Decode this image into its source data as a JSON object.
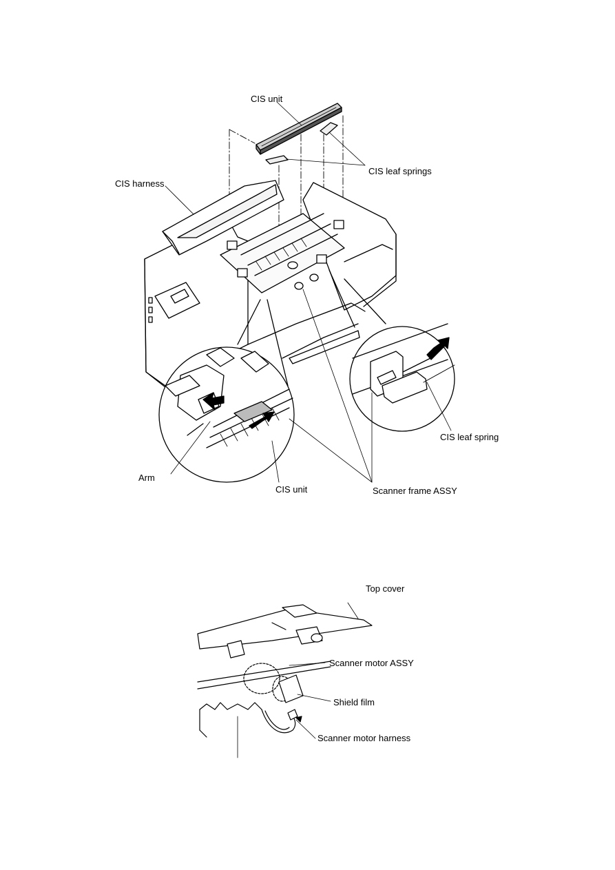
{
  "figure1": {
    "labels": {
      "cis_unit_top": "CIS unit",
      "cis_leaf_springs": "CIS leaf springs",
      "cis_harness": "CIS harness",
      "cis_leaf_spring": "CIS leaf spring",
      "arm": "Arm",
      "cis_unit_bottom": "CIS unit",
      "scanner_frame_assy": "Scanner frame ASSY"
    }
  },
  "figure2": {
    "labels": {
      "top_cover": "Top cover",
      "scanner_motor_assy": "Scanner motor ASSY",
      "shield_film": "Shield film",
      "scanner_motor_harness": "Scanner motor harness"
    }
  }
}
